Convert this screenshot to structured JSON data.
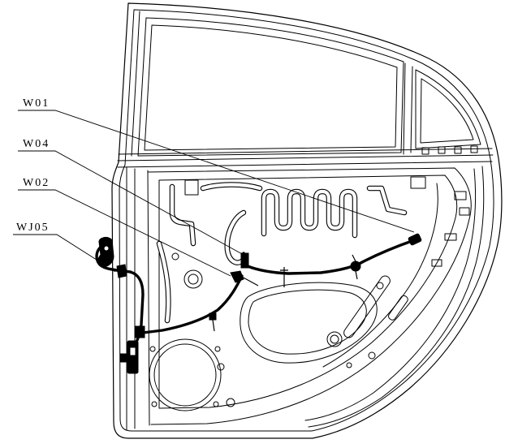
{
  "diagram": {
    "labels": {
      "w01": "W01",
      "w04": "W04",
      "w02": "W02",
      "wj05": "WJ05"
    }
  },
  "colors": {
    "line": "#000000",
    "background": "#ffffff"
  }
}
